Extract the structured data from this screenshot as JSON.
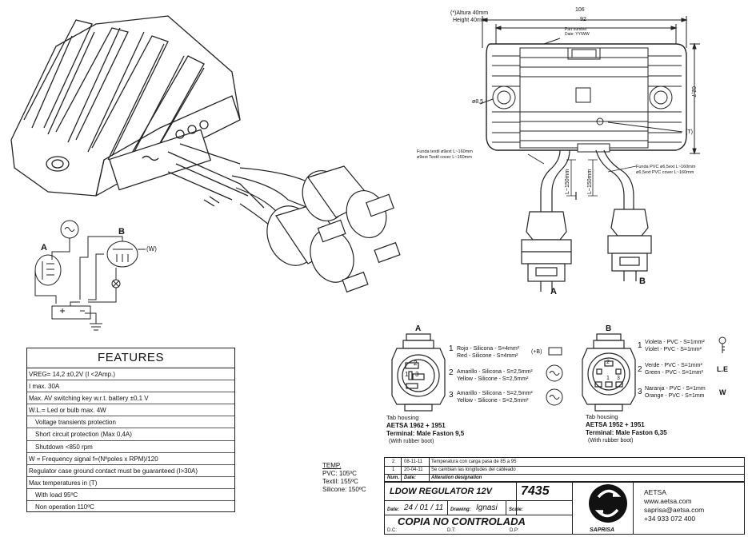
{
  "features": {
    "title": "FEATURES",
    "rows": [
      {
        "text": "VREG= 14,2 ±0,2V (I <2Amp.)",
        "indent": false
      },
      {
        "text": "I max. 30A",
        "indent": false
      },
      {
        "text": "Max. AV switching key w.r.t. battery  ±0,1 V",
        "indent": false
      },
      {
        "text": "W.L.= Led or bulb max. 4W",
        "indent": false
      },
      {
        "text": "Voltage transients protection",
        "indent": true
      },
      {
        "text": "Short circuit protection (Max 0,4A)",
        "indent": true
      },
      {
        "text": "Shutdown <850 rpm",
        "indent": true
      },
      {
        "text": "W = Frequency signal f=(Nºpoles x RPM)/120",
        "indent": false
      },
      {
        "text": "Regulator case ground contact must be guaranteed (I>30A)",
        "indent": false
      },
      {
        "text": "Max temperatures in (T)",
        "indent": false
      },
      {
        "text": "With load 95ºC",
        "indent": true
      },
      {
        "text": "Non operation 110ºC",
        "indent": true
      }
    ]
  },
  "temp": {
    "title": "TEMP.",
    "pvc": "PVC: 105ºC",
    "textil": "Textil: 155ºC",
    "silicone": "Silicone: 150ºC"
  },
  "dimensions": {
    "height_note_1": "(*)Altura 40mm",
    "height_note_2": "Height 40mm",
    "width_total": "106",
    "width_inner": "92",
    "height_side": "62,7",
    "hole": "ø8,5",
    "part_number": "Part number",
    "date_code": "Date: YY/WW",
    "marker": "(T)",
    "l150_a": "L~150mm",
    "l150_b": "L~150mm",
    "textil_es": "Funda textil ø9ext  L~160mm",
    "textil_en": "ø9ext Textil cover  L~160mm",
    "pvc_es": "Funda PVC ø6,5ext  L~160mm",
    "pvc_en": "ø6,5ext PVC cover  L~160mm"
  },
  "schematic": {
    "label_a": "A",
    "label_b": "B",
    "label_w": "(W)"
  },
  "connector_a": {
    "label": "A",
    "pin_labels": [
      "2",
      "1",
      "3"
    ],
    "wires": [
      {
        "num": "1",
        "es": "Rojo - Silicona - S=4mm²",
        "en": "Red - Silicone - S=4mm²",
        "sym": "(+B)"
      },
      {
        "num": "2",
        "es": "Amarillo - Silicona - S=2,5mm²",
        "en": "Yellow - Silicone - S=2,5mm²",
        "sym": "~"
      },
      {
        "num": "3",
        "es": "Amarillo - Silicona - S=2,5mm²",
        "en": "Yellow - Silicone - S=2,5mm²",
        "sym": "~"
      }
    ],
    "housing": "Tab housing",
    "part": "AETSA 1962 + 1951",
    "terminal": "Terminal: Male Faston 9,5",
    "boot": "(With rubber boot)"
  },
  "connector_b": {
    "label": "B",
    "pin_labels": [
      "2",
      "1",
      "3"
    ],
    "wires": [
      {
        "num": "1",
        "es": "Violeta - PVC - S=1mm²",
        "en": "Violet - PVC - S=1mm²",
        "sym": ""
      },
      {
        "num": "2",
        "es": "Verde - PVC - S=1mm²",
        "en": "Green - PVC - S=1mm²",
        "sym": "L.E"
      },
      {
        "num": "3",
        "es": "Naranja - PVC - S=1mm",
        "en": "Orange - PVC - S=1mm",
        "sym": "W"
      }
    ],
    "housing": "Tab housing",
    "part": "AETSA 1952 + 1951",
    "terminal": "Terminal: Male Faston 6,35",
    "boot": "(With rubber boot)"
  },
  "revisions": {
    "rows": [
      {
        "n": "2",
        "date": "08-11-11",
        "desc": "Temperatura con carga pasa de 85 a 95"
      },
      {
        "n": "1",
        "date": "20-04-11",
        "desc": "Se cambian las longitudes del cableado"
      }
    ],
    "head_n": "Num.",
    "head_date": "Date:",
    "head_desc": "Alteration designation"
  },
  "titleblock": {
    "title": "LDOW REGULATOR 12V",
    "code": "7435",
    "date_label": "Date:",
    "date": "24 / 01 / 11",
    "drawing_label": "Drawing:",
    "drawing_by": "Ignasi",
    "scale_label": "Scale:",
    "copy_notice": "COPIA NO CONTROLADA",
    "dc": "D.C:",
    "dt": "D.T:",
    "dp": "D.P:"
  },
  "company": {
    "logo_text": "SAPRISA",
    "name": "AETSA",
    "web": "www.aetsa.com",
    "email": "saprisa@aetsa.com",
    "phone": "+34 933 072 400"
  }
}
